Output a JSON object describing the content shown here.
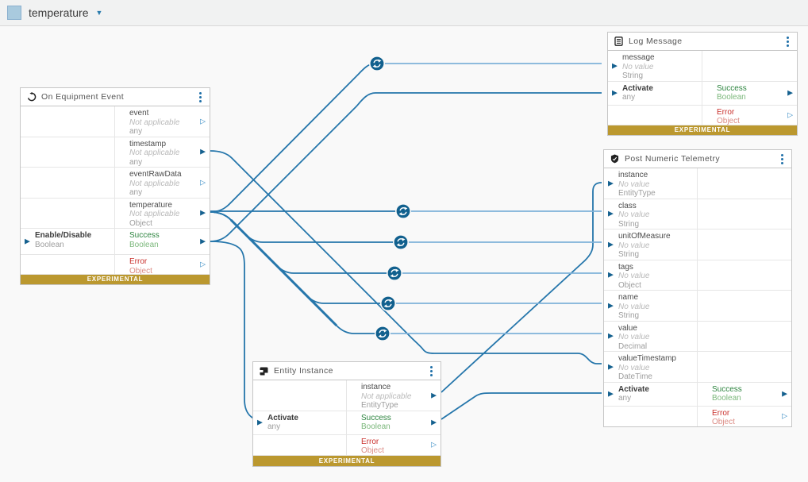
{
  "toolbar": {
    "title": "temperature",
    "chip_color": "#a9cade"
  },
  "colors": {
    "wire": "#2576ab",
    "wire_light": "#7fb2d9",
    "badge": "#11608e",
    "success": "#2e8540",
    "error": "#c9302c",
    "experimental_bg": "#bb982f",
    "port_solid": "#15618f",
    "port_hollow": "#2e86c1"
  },
  "nodes": [
    {
      "title": "On Equipment Event",
      "icon": "event-icon",
      "footer": "EXPERIMENTAL",
      "params": [
        {
          "name": "event",
          "value": "Not applicable",
          "type": "any"
        },
        {
          "name": "timestamp",
          "value": "Not applicable",
          "type": "any"
        },
        {
          "name": "eventRawData",
          "value": "Not applicable",
          "type": "any"
        },
        {
          "name": "temperature",
          "value": "Not applicable",
          "type": "Object"
        }
      ],
      "input": {
        "name": "Enable/Disable",
        "type": "Boolean"
      },
      "success": {
        "name": "Success",
        "type": "Boolean"
      },
      "error": {
        "name": "Error",
        "type": "Object"
      }
    },
    {
      "title": "Log Message",
      "icon": "log-icon",
      "footer": "EXPERIMENTAL",
      "params": [
        {
          "name": "message",
          "value": "No value",
          "type": "String"
        }
      ],
      "input": {
        "name": "Activate",
        "type": "any"
      },
      "success": {
        "name": "Success",
        "type": "Boolean"
      },
      "error": {
        "name": "Error",
        "type": "Object"
      }
    },
    {
      "title": "Post Numeric Telemetry",
      "icon": "telemetry-icon",
      "params": [
        {
          "name": "instance",
          "value": "No value",
          "type": "EntityType"
        },
        {
          "name": "class",
          "value": "No value",
          "type": "String"
        },
        {
          "name": "unitOfMeasure",
          "value": "No value",
          "type": "String"
        },
        {
          "name": "tags",
          "value": "No value",
          "type": "Object"
        },
        {
          "name": "name",
          "value": "No value",
          "type": "String"
        },
        {
          "name": "value",
          "value": "No value",
          "type": "Decimal"
        },
        {
          "name": "valueTimestamp",
          "value": "No value",
          "type": "DateTime"
        }
      ],
      "input": {
        "name": "Activate",
        "type": "any"
      },
      "success": {
        "name": "Success",
        "type": "Boolean"
      },
      "error": {
        "name": "Error",
        "type": "Object"
      }
    },
    {
      "title": "Entity Instance",
      "icon": "entity-icon",
      "footer": "EXPERIMENTAL",
      "params": [
        {
          "name": "instance",
          "value": "Not applicable",
          "type": "EntityType"
        }
      ],
      "input": {
        "name": "Activate",
        "type": "any"
      },
      "success": {
        "name": "Success",
        "type": "Boolean"
      },
      "error": {
        "name": "Error",
        "type": "Object"
      }
    }
  ],
  "connections": [
    {
      "from": "On Equipment Event.temperature",
      "to": "Log Message.message",
      "converter_badge": true
    },
    {
      "from": "On Equipment Event.Success",
      "to": "Log Message.Activate",
      "converter_badge": false
    },
    {
      "from": "On Equipment Event.temperature",
      "to": "Post Numeric Telemetry.class",
      "converter_badge": true
    },
    {
      "from": "On Equipment Event.temperature",
      "to": "Post Numeric Telemetry.unitOfMeasure",
      "converter_badge": true
    },
    {
      "from": "On Equipment Event.temperature",
      "to": "Post Numeric Telemetry.tags",
      "converter_badge": true
    },
    {
      "from": "On Equipment Event.temperature",
      "to": "Post Numeric Telemetry.name",
      "converter_badge": true
    },
    {
      "from": "On Equipment Event.temperature",
      "to": "Post Numeric Telemetry.value",
      "converter_badge": true
    },
    {
      "from": "On Equipment Event.timestamp",
      "to": "Post Numeric Telemetry.valueTimestamp",
      "converter_badge": false
    },
    {
      "from": "On Equipment Event.Success",
      "to": "Entity Instance.Activate",
      "converter_badge": false
    },
    {
      "from": "Entity Instance.instance",
      "to": "Post Numeric Telemetry.instance",
      "converter_badge": false
    },
    {
      "from": "Entity Instance.Success",
      "to": "Post Numeric Telemetry.Activate",
      "converter_badge": false
    }
  ]
}
